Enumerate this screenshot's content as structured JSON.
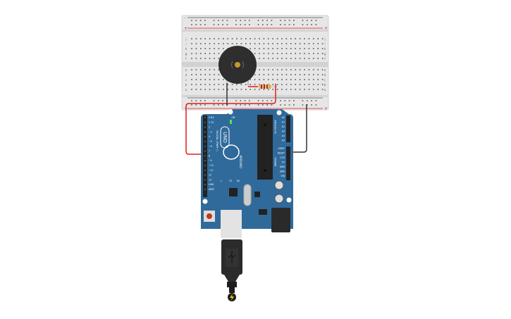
{
  "colors": {
    "board": "#2f6a9b",
    "breadboard": "#e6e6e6",
    "red_wire": "#e21b1b",
    "black_wire": "#333333",
    "buzzer": "#2e2e2e",
    "buzzer_center": "#c8962a",
    "led_on": "#58e05a"
  },
  "breadboard": {
    "rail_plus": "+",
    "rail_minus": "-",
    "row_letters_top": [
      "j",
      "i",
      "h",
      "g",
      "f"
    ],
    "row_letters_bottom": [
      "e",
      "d",
      "c",
      "b",
      "a"
    ]
  },
  "arduino": {
    "model": "UNO",
    "brand": "ARDUINO",
    "digital_header": "DIGITAL (PWM~)",
    "analog_header": "ANALOG IN",
    "power_header": "POWER",
    "digital_pins": [
      "0 RX",
      "1 TX",
      "2",
      "~3",
      "4",
      "~5",
      "~6",
      "7",
      "8",
      "~9",
      "~10",
      "~11",
      "12",
      "13",
      "GND",
      "AREF"
    ],
    "analog_pins": [
      "A0",
      "A1",
      "A2",
      "A3",
      "A4",
      "A5"
    ],
    "power_pins": [
      "IOREF",
      "RESET",
      "3.3V",
      "5V",
      "GND",
      "GND",
      "VIN"
    ],
    "led_labels": [
      "L",
      "TX",
      "RX",
      "ON"
    ]
  },
  "components": {
    "buzzer": "piezo-buzzer",
    "resistor": "resistor",
    "usb": "usb-cable"
  }
}
